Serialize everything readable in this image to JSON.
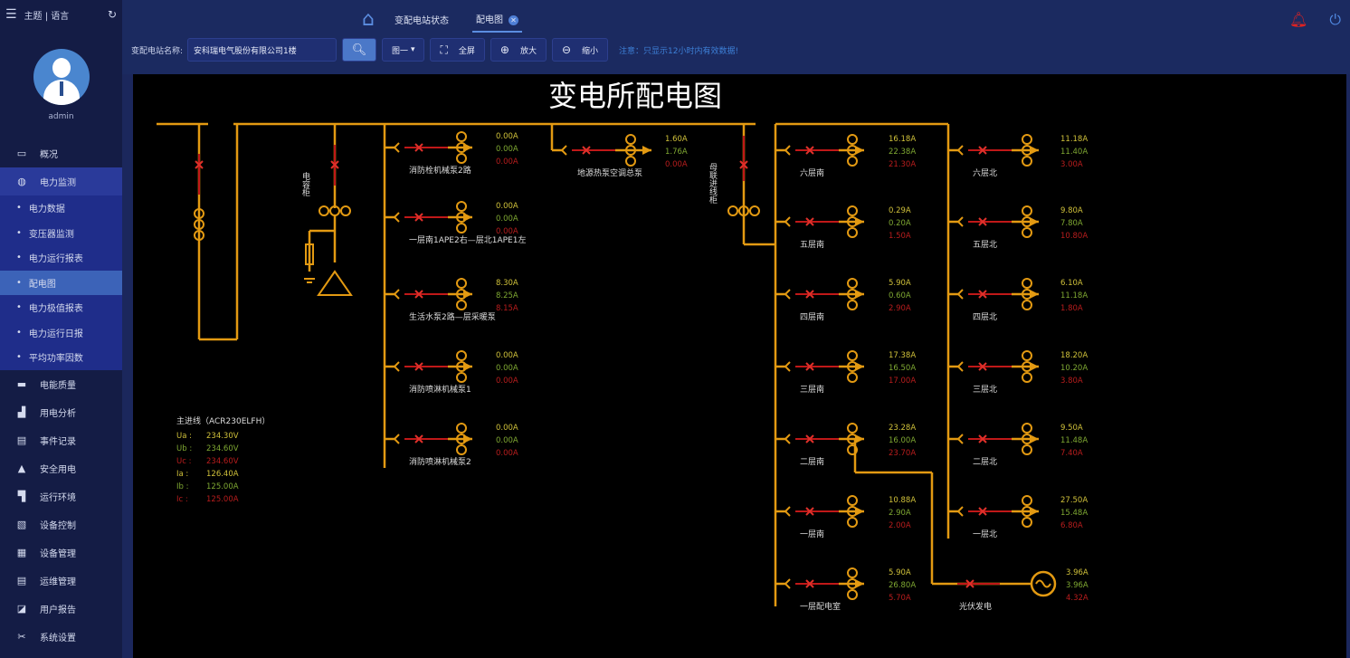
{
  "sidebar": {
    "theme_lang": "主题 | 语言",
    "username": "admin",
    "items": [
      {
        "label": "概况",
        "icon": "monitor-icon"
      },
      {
        "label": "电力监测",
        "icon": "globe-icon"
      }
    ],
    "sub_items": [
      "电力数据",
      "变压器监测",
      "电力运行报表",
      "配电图",
      "电力极值报表",
      "电力运行日报",
      "平均功率因数"
    ],
    "items_after": [
      {
        "label": "电能质量",
        "icon": "folder-icon"
      },
      {
        "label": "用电分析",
        "icon": "bar-chart-icon"
      },
      {
        "label": "事件记录",
        "icon": "record-icon"
      },
      {
        "label": "安全用电",
        "icon": "alarm-icon"
      },
      {
        "label": "运行环境",
        "icon": "camera-icon"
      },
      {
        "label": "设备控制",
        "icon": "control-icon"
      },
      {
        "label": "设备管理",
        "icon": "device-icon"
      },
      {
        "label": "运维管理",
        "icon": "maintenance-icon"
      },
      {
        "label": "用户报告",
        "icon": "report-icon"
      },
      {
        "label": "系统设置",
        "icon": "tools-icon"
      }
    ]
  },
  "header": {
    "tabs": [
      "变配电站状态",
      "配电图"
    ],
    "station_label": "变配电站名称:",
    "station_value": "安科瑞电气股份有限公司1楼",
    "select_value": "图一",
    "fullscreen": "全屏",
    "zoom_in": "放大",
    "zoom_out": "缩小",
    "note": "注意：只显示12小时内有效数据!"
  },
  "diagram": {
    "title": "变电所配电图",
    "capacitor_label": "电容柜",
    "tie_label": "母联进线柜",
    "meter": {
      "title": "主进线（ACR230ELFH）",
      "rows": [
        {
          "k": "Ua :",
          "v": "234.30V"
        },
        {
          "k": "Ub :",
          "v": "234.60V"
        },
        {
          "k": "Uc :",
          "v": "234.60V"
        },
        {
          "k": "Ia  :",
          "v": "126.40A"
        },
        {
          "k": "Ib  :",
          "v": "125.00A"
        },
        {
          "k": "Ic  :",
          "v": "125.00A"
        }
      ]
    },
    "left_branches": [
      {
        "label": "消防栓机械泵2路",
        "values": [
          "0.00A",
          "0.00A",
          "0.00A"
        ]
      },
      {
        "label": "一层南1APE2右—层北1APE1左",
        "values": [
          "0.00A",
          "0.00A",
          "0.00A"
        ]
      },
      {
        "label": "生活水泵2路—层采暖泵",
        "values": [
          "8.30A",
          "8.25A",
          "8.15A"
        ]
      },
      {
        "label": "消防喷淋机械泵1",
        "values": [
          "0.00A",
          "0.00A",
          "0.00A"
        ]
      },
      {
        "label": "消防喷淋机械泵2",
        "values": [
          "0.00A",
          "0.00A",
          "0.00A"
        ]
      }
    ],
    "top_branch": {
      "label": "地源热泵空调总泵",
      "values": [
        "1.60A",
        "1.76A",
        "0.00A"
      ]
    },
    "south": [
      {
        "label": "六层南",
        "values": [
          "16.18A",
          "22.38A",
          "21.30A"
        ]
      },
      {
        "label": "五层南",
        "values": [
          "0.29A",
          "0.20A",
          "1.50A"
        ]
      },
      {
        "label": "四层南",
        "values": [
          "5.90A",
          "0.60A",
          "2.90A"
        ]
      },
      {
        "label": "三层南",
        "values": [
          "17.38A",
          "16.50A",
          "17.00A"
        ]
      },
      {
        "label": "二层南",
        "values": [
          "23.28A",
          "16.00A",
          "23.70A"
        ]
      },
      {
        "label": "一层南",
        "values": [
          "10.88A",
          "2.90A",
          "2.00A"
        ]
      },
      {
        "label": "一层配电室",
        "values": [
          "5.90A",
          "26.80A",
          "5.70A"
        ]
      }
    ],
    "north": [
      {
        "label": "六层北",
        "values": [
          "11.18A",
          "11.40A",
          "3.00A"
        ]
      },
      {
        "label": "五层北",
        "values": [
          "9.80A",
          "7.80A",
          "10.80A"
        ]
      },
      {
        "label": "四层北",
        "values": [
          "6.10A",
          "11.18A",
          "1.80A"
        ]
      },
      {
        "label": "三层北",
        "values": [
          "18.20A",
          "10.20A",
          "3.80A"
        ]
      },
      {
        "label": "二层北",
        "values": [
          "9.50A",
          "11.48A",
          "7.40A"
        ]
      },
      {
        "label": "一层北",
        "values": [
          "27.50A",
          "15.48A",
          "6.80A"
        ]
      }
    ],
    "pv": {
      "label": "光伏发电",
      "values": [
        "3.96A",
        "3.96A",
        "4.32A"
      ]
    },
    "colors": {
      "bus": "#e39a12",
      "breaker": "#c01818",
      "phase_a": "#cfc03a",
      "phase_b": "#7fa832",
      "phase_c": "#b81d1d"
    }
  }
}
